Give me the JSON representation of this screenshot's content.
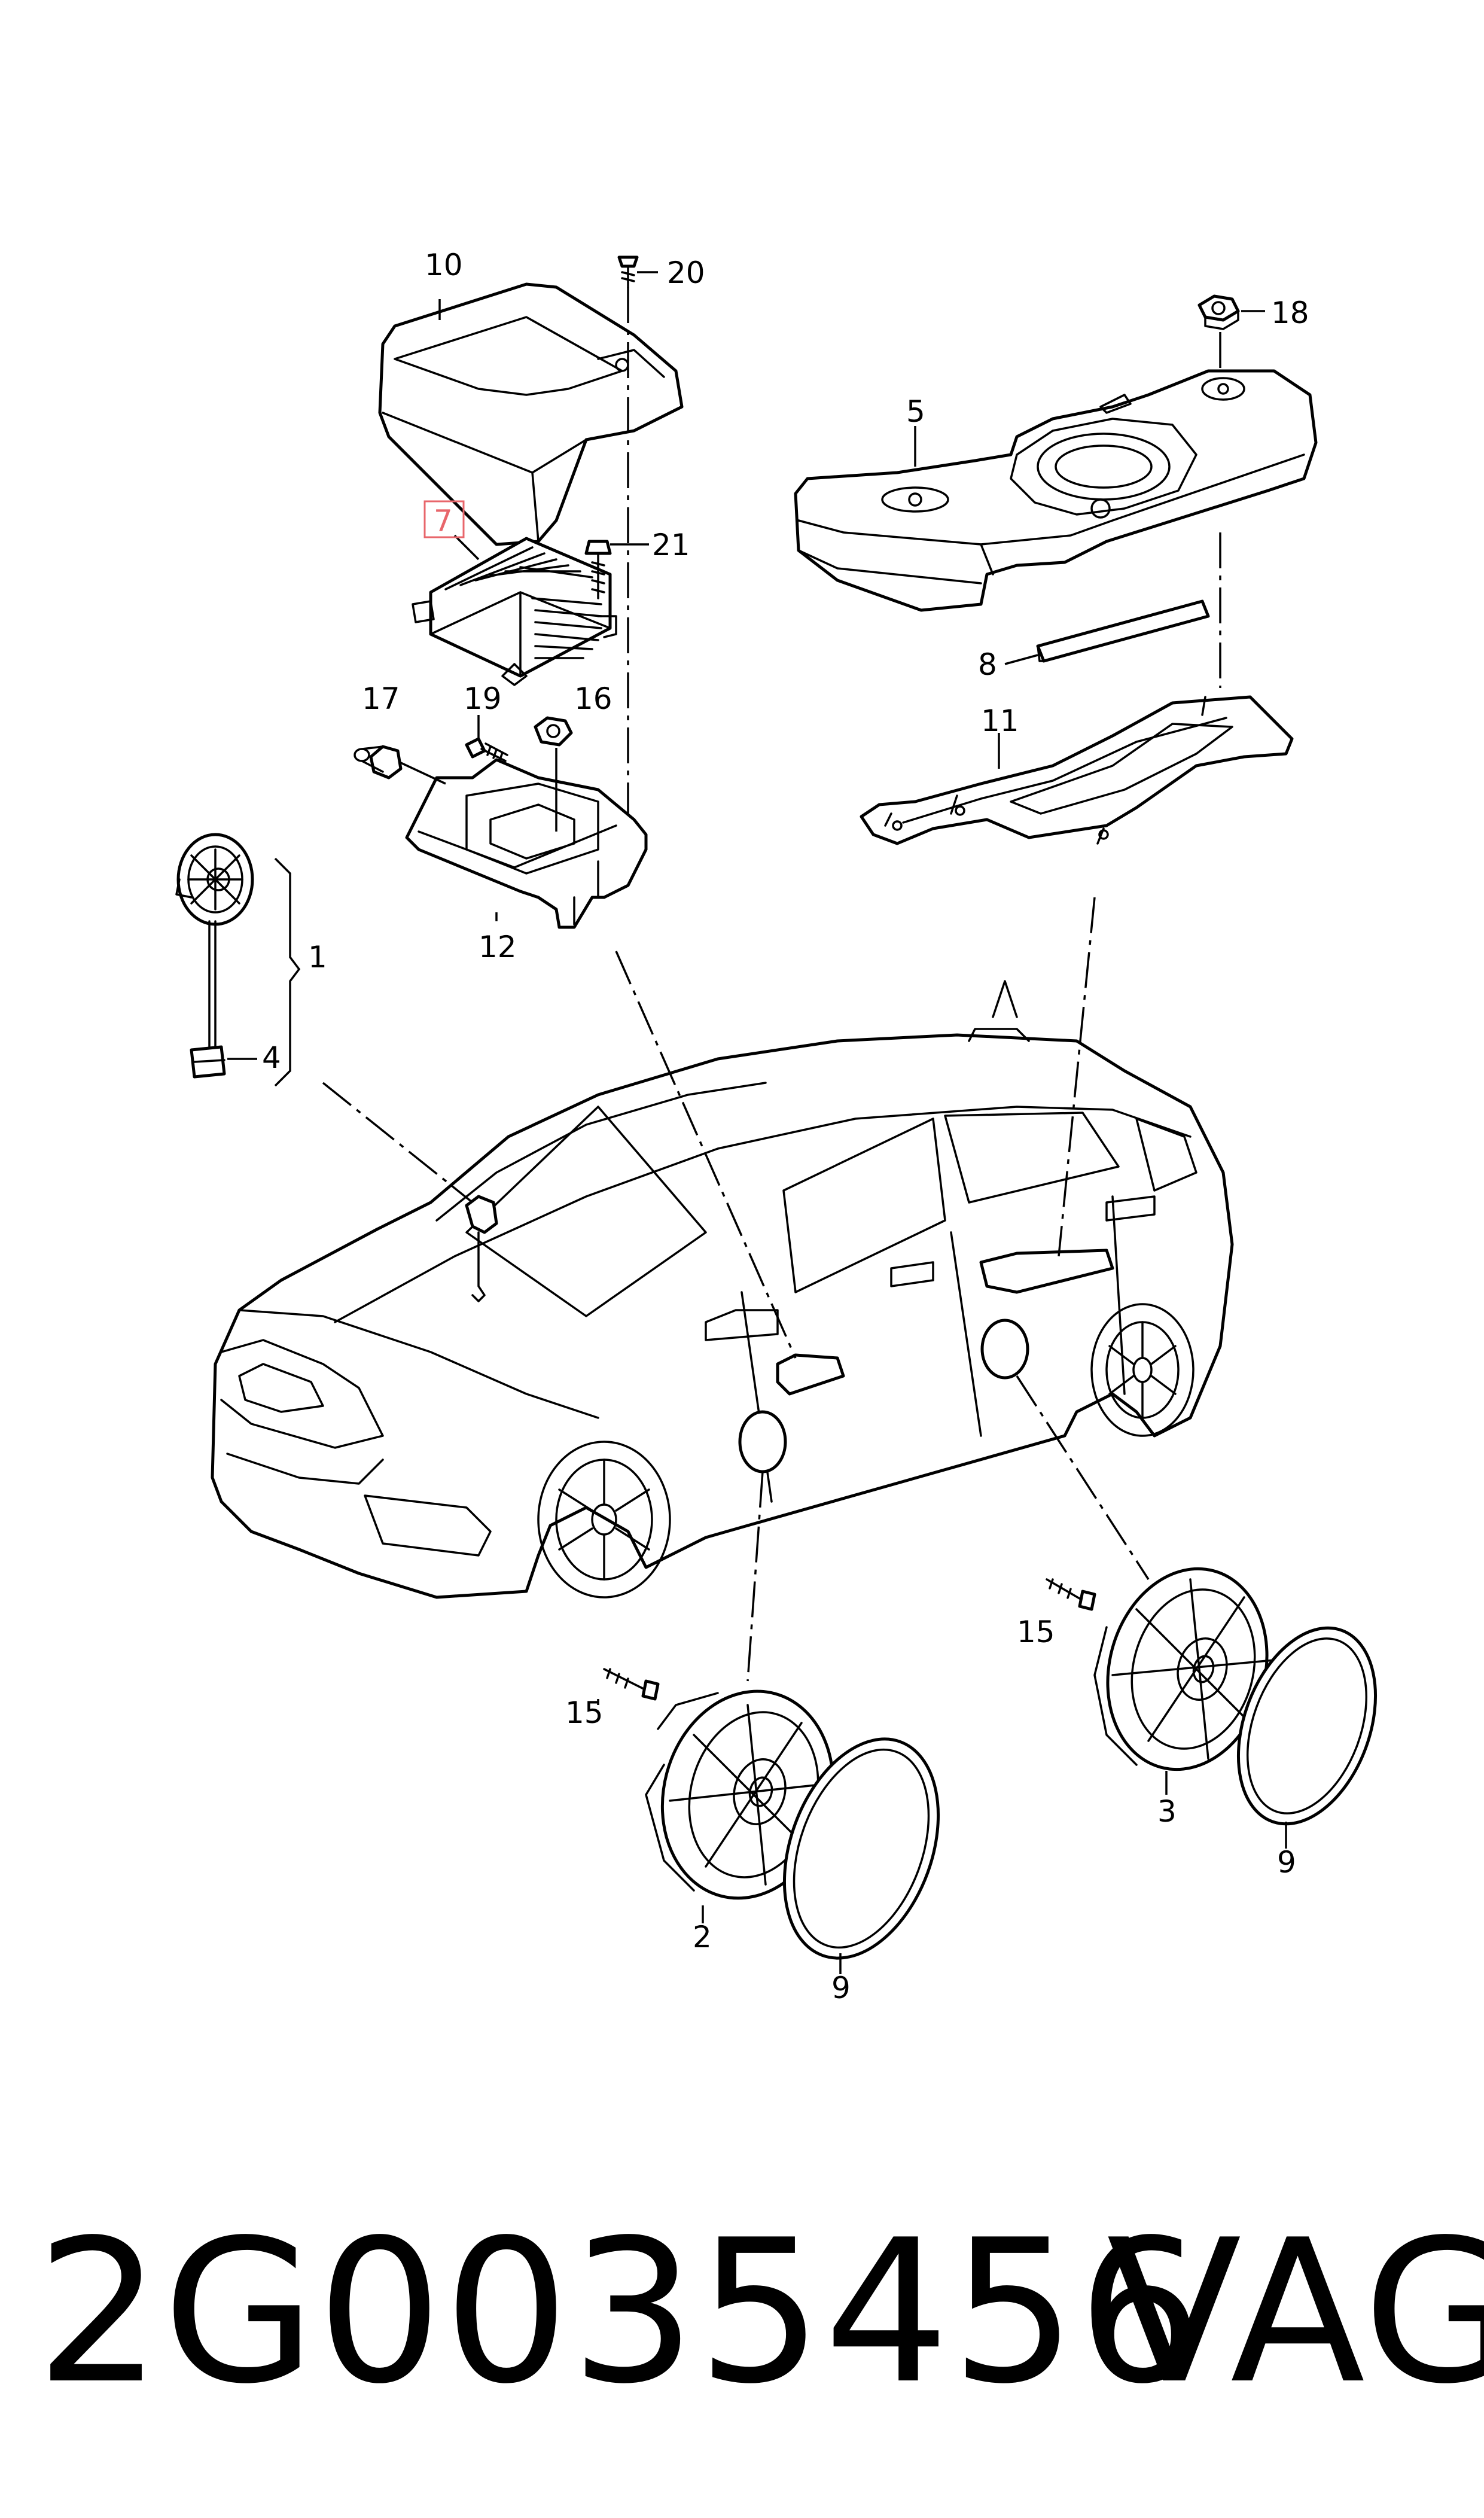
{
  "diagram": {
    "callouts": [
      {
        "id": "c10",
        "text": "10"
      },
      {
        "id": "c20",
        "text": "20"
      },
      {
        "id": "c18",
        "text": "18"
      },
      {
        "id": "c5",
        "text": "5"
      },
      {
        "id": "c7",
        "text": "7"
      },
      {
        "id": "c21",
        "text": "21"
      },
      {
        "id": "c8",
        "text": "8"
      },
      {
        "id": "c17",
        "text": "17"
      },
      {
        "id": "c19",
        "text": "19"
      },
      {
        "id": "c16",
        "text": "16"
      },
      {
        "id": "c11",
        "text": "11"
      },
      {
        "id": "c1",
        "text": "1"
      },
      {
        "id": "c12",
        "text": "12"
      },
      {
        "id": "c4",
        "text": "4"
      },
      {
        "id": "c15a",
        "text": "15"
      },
      {
        "id": "c15b",
        "text": "15"
      },
      {
        "id": "c3",
        "text": "3"
      },
      {
        "id": "c9a",
        "text": "9"
      },
      {
        "id": "c2",
        "text": "2"
      },
      {
        "id": "c9b",
        "text": "9"
      }
    ],
    "highlighted_callout": "7",
    "highlight_color": "#e8666b"
  },
  "footer": {
    "part_number": "2G0035456",
    "brand": "VAG"
  }
}
